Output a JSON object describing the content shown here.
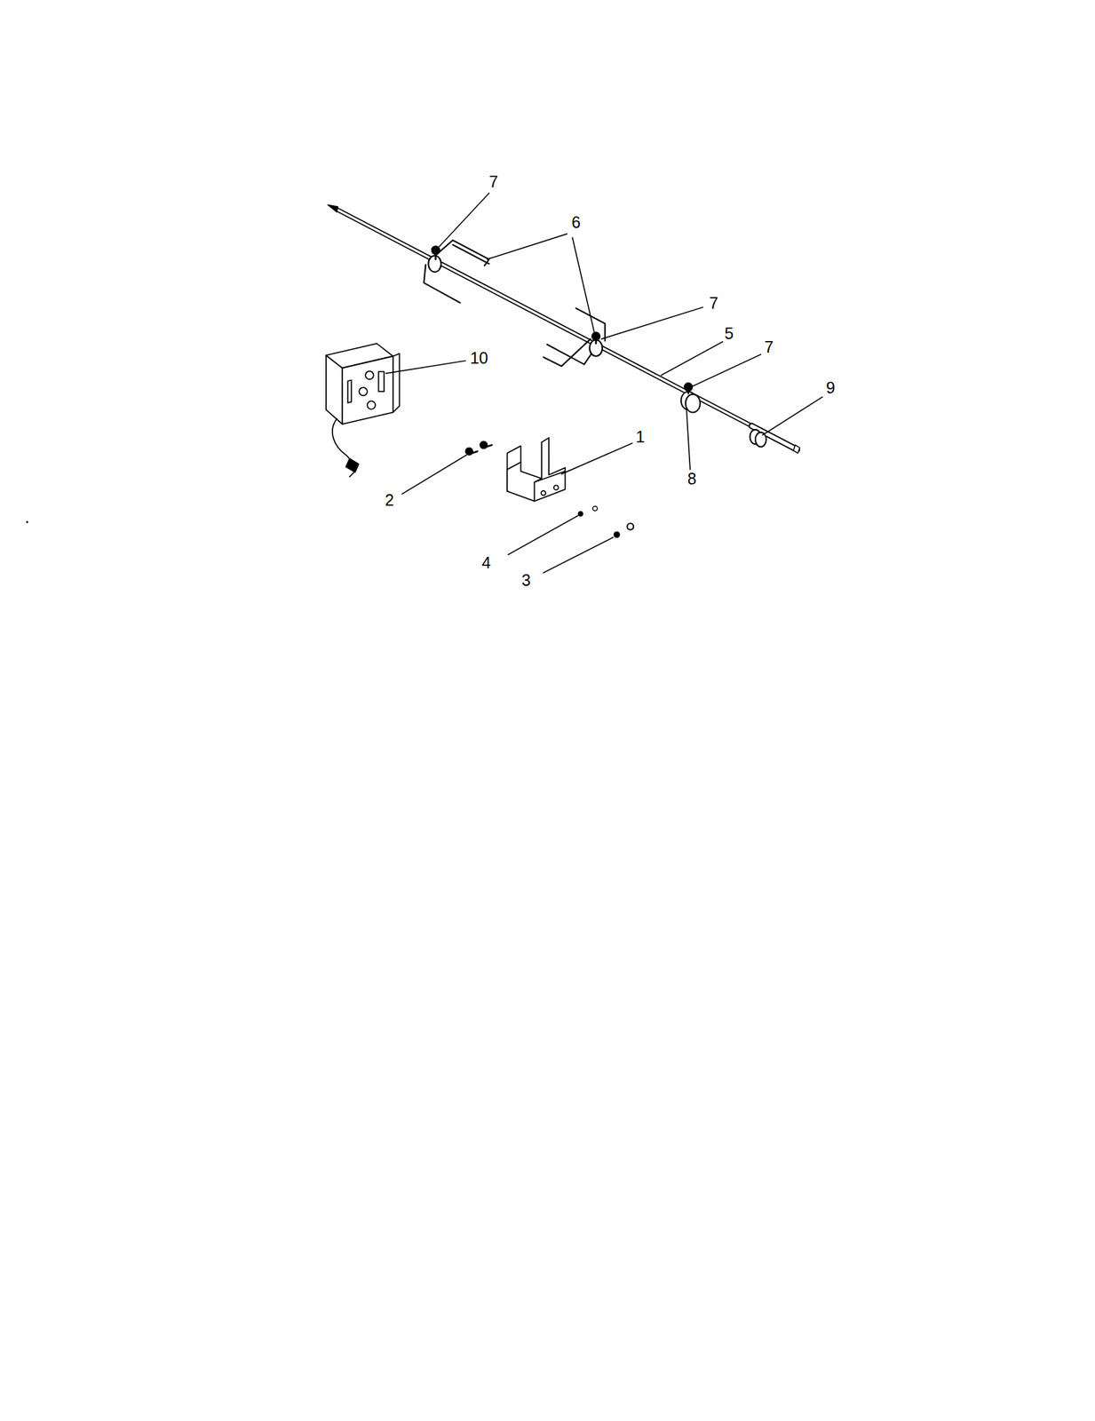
{
  "diagram": {
    "labels": [
      "7",
      "6",
      "7",
      "5",
      "7",
      "9",
      "10",
      "1",
      "8",
      "2",
      "4",
      "3"
    ]
  }
}
